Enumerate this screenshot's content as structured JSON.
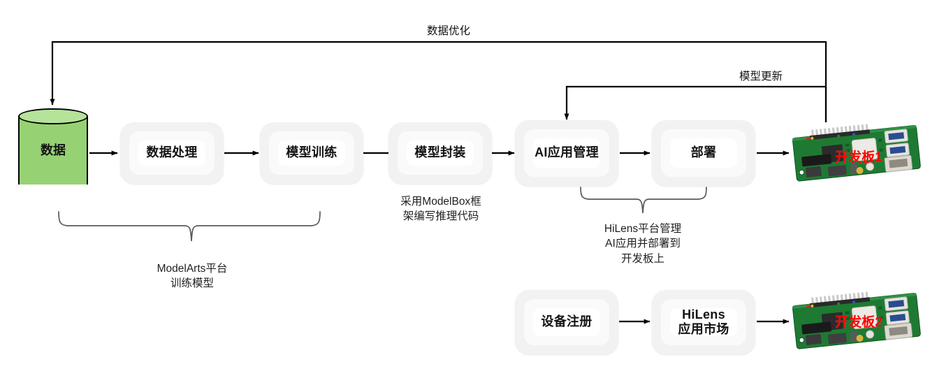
{
  "diagram": {
    "title_text": "",
    "colors": {
      "datastore_body": "#96d274",
      "datastore_top": "#b5e39a",
      "process_box": "#f2f2f2",
      "process_inner": "#ffffff",
      "line": "#000000",
      "brace": "#595959",
      "board_tag": "#ff0000"
    }
  },
  "nodes": {
    "datastore": {
      "label": "数据"
    },
    "data_process": {
      "label": "数据处理"
    },
    "model_train": {
      "label": "模型训练"
    },
    "model_package": {
      "label": "模型封装"
    },
    "ai_app_manage": {
      "label": "AI应用管理"
    },
    "deploy": {
      "label": "部署"
    },
    "device_register": {
      "label": "设备注册"
    },
    "hilens_market": {
      "label": "HiLens\n应用市场"
    },
    "board1": {
      "label": "开发板1",
      "alt": "development-board-photo"
    },
    "board2": {
      "label": "开发板2",
      "alt": "development-board-photo"
    }
  },
  "edge_labels": {
    "data_optimize": "数据优化",
    "model_update": "模型更新"
  },
  "annotations": {
    "modelbox": "采用ModelBox框\n架编写推理代码",
    "modelarts": "ModelArts平台\n训练模型",
    "hilens": "HiLens平台管理\nAI应用并部署到\n开发板上"
  }
}
